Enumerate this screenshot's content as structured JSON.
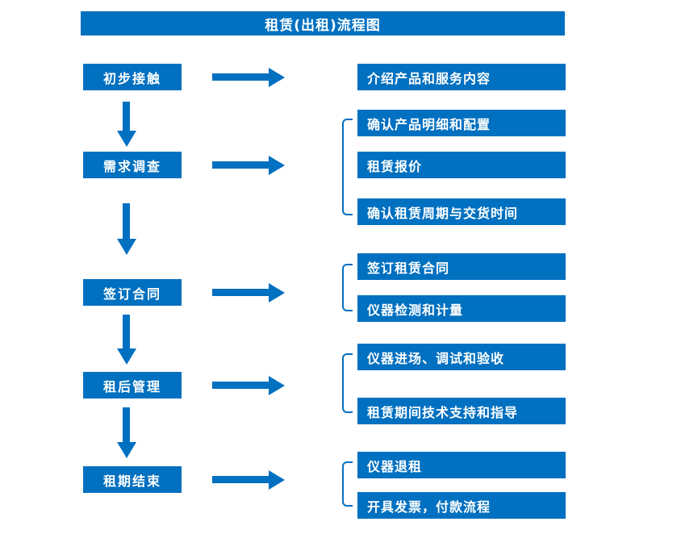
{
  "title": "租赁(出租)流程图",
  "colors": {
    "primary": "#0070C0",
    "box_text": "#FFFFFF",
    "background": "#FFFFFF"
  },
  "stages": [
    {
      "label": "初步接触",
      "items": [
        "介绍产品和服务内容"
      ]
    },
    {
      "label": "需求调查",
      "items": [
        "确认产品明细和配置",
        "租赁报价",
        "确认租赁周期与交货时间"
      ]
    },
    {
      "label": "签订合同",
      "items": [
        "签订租赁合同",
        "仪器检测和计量"
      ]
    },
    {
      "label": "租后管理",
      "items": [
        "仪器进场、调试和验收",
        "租赁期间技术支持和指导"
      ]
    },
    {
      "label": "租期结束",
      "items": [
        "仪器退租",
        "开具发票，付款流程"
      ]
    }
  ]
}
